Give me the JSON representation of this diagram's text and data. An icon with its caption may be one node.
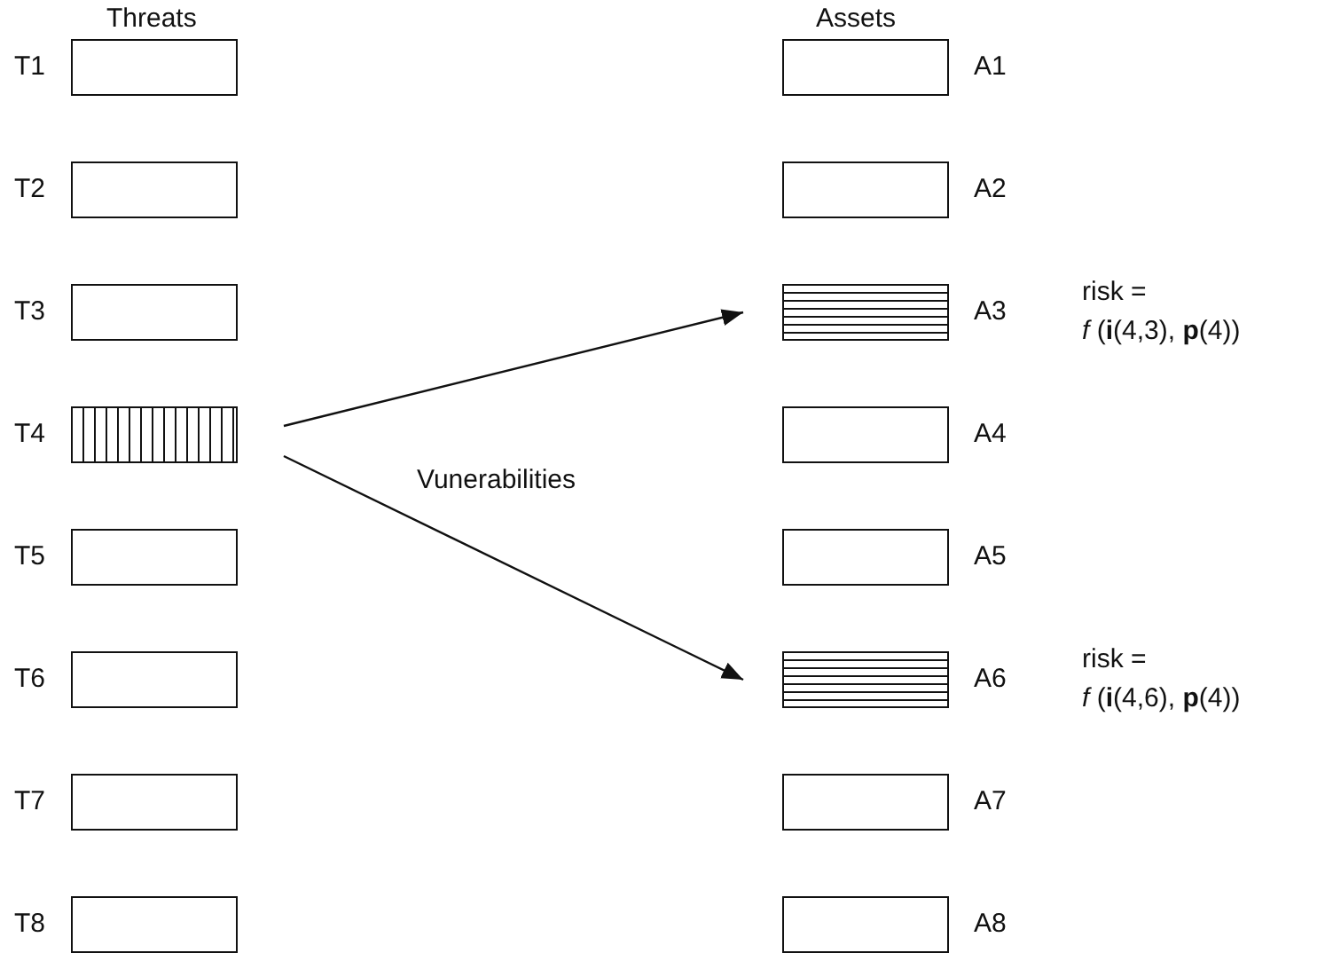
{
  "diagram": {
    "nodes": [
      {
        "text": [],
        "shape": "box",
        "beside": [
          "T1"
        ]
      },
      {
        "text": [],
        "shape": "box",
        "beside": [
          "T2"
        ]
      },
      {
        "text": [],
        "shape": "box",
        "beside": [
          "T3"
        ]
      },
      {
        "text": [],
        "shape": "box",
        "beside": [
          "T4"
        ]
      },
      {
        "text": [],
        "shape": "box",
        "beside": [
          "T5"
        ]
      },
      {
        "text": [],
        "shape": "box",
        "beside": [
          "T6"
        ]
      },
      {
        "text": [],
        "shape": "box",
        "beside": [
          "T7"
        ]
      },
      {
        "text": [],
        "shape": "box",
        "beside": [
          "T8"
        ]
      },
      {
        "text": [],
        "shape": "box",
        "beside": [
          "A1"
        ]
      },
      {
        "text": [],
        "shape": "box",
        "beside": [
          "A2"
        ]
      },
      {
        "text": [],
        "shape": "box",
        "beside": [
          "A3",
          "risk =",
          "*f* (**i**(4,3), **p**(4))"
        ]
      },
      {
        "text": [],
        "shape": "box",
        "beside": [
          "A4"
        ]
      },
      {
        "text": [],
        "shape": "box",
        "beside": [
          "A5"
        ]
      },
      {
        "text": [],
        "shape": "box",
        "beside": [
          "A6",
          "risk =",
          "*f* (**i**(4,6), **p**(4))"
        ]
      },
      {
        "text": [],
        "shape": "box",
        "beside": [
          "A7"
        ]
      },
      {
        "text": [],
        "shape": "box",
        "beside": [
          "A8"
        ]
      }
    ],
    "edges": [
      {
        "from": 3,
        "to": 10,
        "arrow": "to"
      },
      {
        "from": 3,
        "to": 13,
        "arrow": "to"
      }
    ],
    "labels": [
      "Threats",
      "Assets",
      "Vunerabilities"
    ]
  }
}
